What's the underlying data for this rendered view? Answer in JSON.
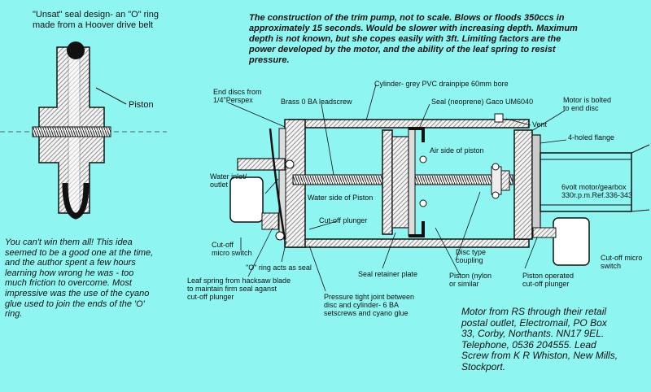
{
  "seal_caption": "\"Unsat\" seal design- an \"O\" ring\nmade from a Hoover drive belt",
  "piston_label": "Piston",
  "intro_paragraph": "The construction of the trim pump, not to scale. Blows or floods 350ccs in\napproximately 15 seconds. Would be slower with increasing depth. Maximum\ndepth is not known, but she copes easily with 3ft. Limiting factors are the\npower developed by the motor, and the ability of the leaf spring to resist\npressure.",
  "failure_paragraph": "You can't win them all! This idea\nseemed to be a good one at the time,\nand the author spent a few hours\nlearning how wrong he was - too\nmuch friction to overcome. Most\nimpressive was the use of the cyano\nglue used to join the ends of the 'O'\nring.",
  "supplier_paragraph": "Motor from RS through their retail\npostal outlet, Electromail, PO Box\n33, Corby, Northants. NN17 9EL.\nTelephone, 0536 204555. Lead\nScrew from K R Whiston, New Mills,\nStockport.",
  "labels": {
    "end_discs": "End discs from\n1/4\"Perspex",
    "leadscrew": "Brass 0 BA leadscrew",
    "cylinder": "Cylinder- grey PVC drainpipe 60mm bore",
    "seal": "Seal (neoprene) Gaco UM6040",
    "motor_bolted": "Motor is bolted\nto end disc",
    "vent": "Vent",
    "flange": "4-holed flange",
    "air_side": "Air side of piston",
    "water_inlet": "Water inlet/\noutlet",
    "water_side": "Water side of Piston",
    "motor": "6volt motor/gearbox\n330r.p.m.Ref.336-343",
    "cutoff_plunger": "Cut-off plunger",
    "cutoff_switch_left": "Cut-off\nmicro switch",
    "cutoff_switch_right": "Cut-off micro\nswitch",
    "oring_seal": "\"O\" ring acts as seal",
    "leaf_spring": "Leaf spring from hacksaw blade\nto maintain firm seal aganst\ncut-off plunger",
    "seal_plate": "Seal retainer plate",
    "disc_coupling": "Disc type\ncoupling",
    "piston_nylon": "Piston (nylon\nor similar",
    "piston_cutoff": "Piston operated\ncut-off plunger",
    "pressure_joint": "Pressure tight joint between\ndisc and cylinder- 6 BA\nsetscrews and cyano glue"
  }
}
